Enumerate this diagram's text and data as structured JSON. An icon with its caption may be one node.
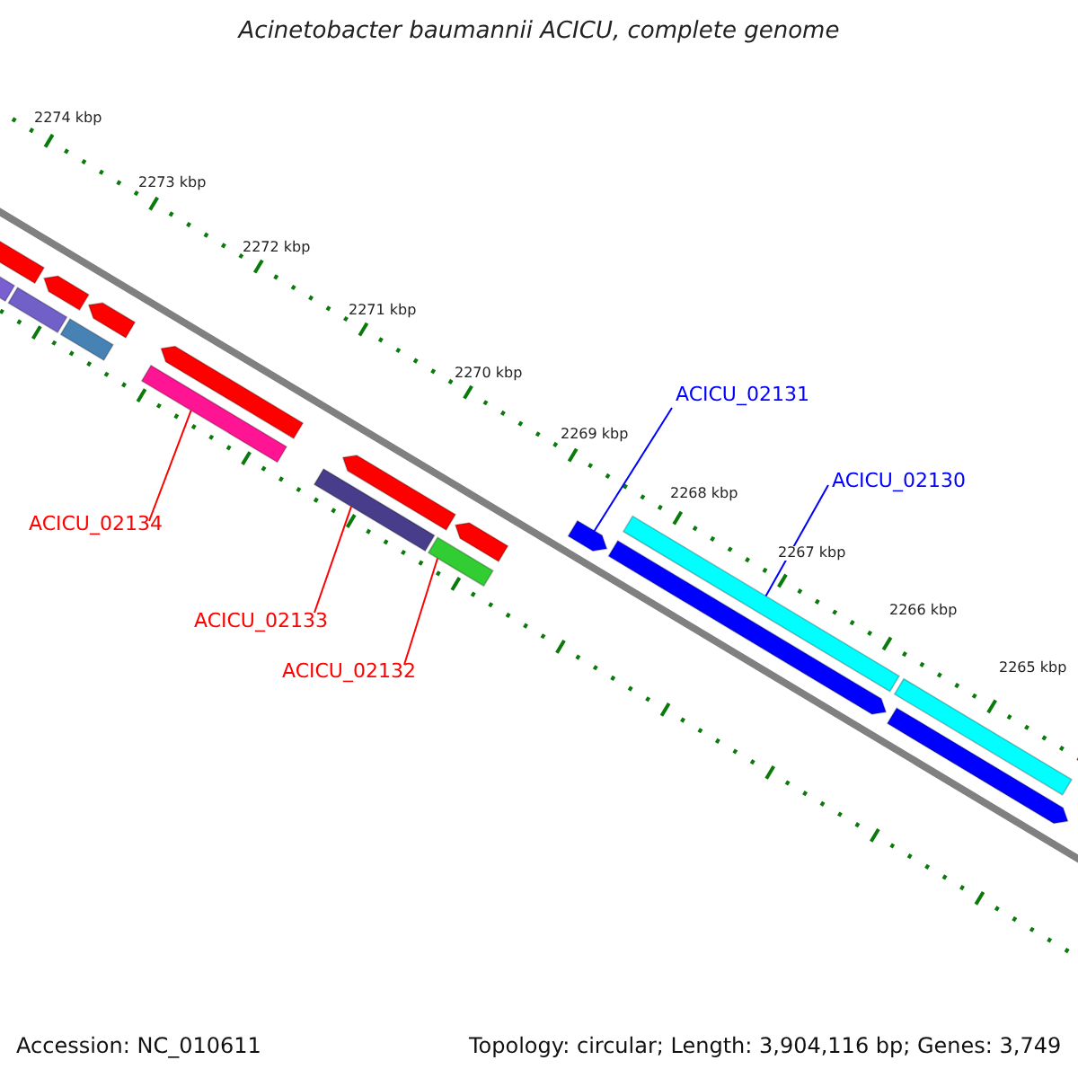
{
  "diagram": {
    "title": "Acinetobacter baumannii ACICU, complete genome",
    "nodes": [
      {
        "text": [
          "ACICU_02131"
        ]
      },
      {
        "text": [
          "ACICU_02130"
        ]
      },
      {
        "text": [
          "ACICU_02134"
        ]
      },
      {
        "text": [
          "ACICU_02133"
        ]
      },
      {
        "text": [
          "ACICU_02132"
        ]
      },
      {
        "text": [],
        "shape": "bar"
      },
      {
        "text": [],
        "shape": "bar"
      },
      {
        "text": [],
        "shape": "bar"
      },
      {
        "text": [],
        "shape": "bar"
      },
      {
        "text": [],
        "shape": "bar"
      },
      {
        "text": [],
        "shape": "bar"
      },
      {
        "text": [],
        "shape": "bar"
      },
      {
        "text": [],
        "shape": "bar"
      },
      {
        "text": [],
        "shape": "bar"
      },
      {
        "text": [],
        "shape": "bar"
      },
      {
        "text": [],
        "shape": "bar"
      },
      {
        "text": [],
        "shape": "bar"
      },
      {
        "text": [],
        "shape": "bar"
      },
      {
        "text": [],
        "shape": "bar"
      },
      {
        "text": [],
        "shape": "bar"
      },
      {
        "text": [],
        "shape": "bar"
      },
      {
        "text": [],
        "shape": "bar"
      }
    ],
    "edges": [
      {
        "from": 0,
        "to": 17,
        "arrow": "none",
        "color": "#0000ff"
      },
      {
        "from": 1,
        "to": 19,
        "arrow": "none",
        "color": "#0000ff"
      },
      {
        "from": 2,
        "to": 11,
        "arrow": "none"
      },
      {
        "from": 3,
        "to": 13,
        "arrow": "none"
      },
      {
        "from": 4,
        "to": 15,
        "arrow": "none"
      }
    ],
    "labels": [
      "2274 kbp",
      "2273 kbp",
      "2272 kbp",
      "2271 kbp",
      "2270 kbp",
      "2269 kbp",
      "2268 kbp",
      "2267 kbp",
      "2266 kbp",
      "2265 kbp",
      "Accession: NC_010611",
      "Topology: circular; Length: 3,904,116 bp; Genes: 3,749"
    ]
  }
}
